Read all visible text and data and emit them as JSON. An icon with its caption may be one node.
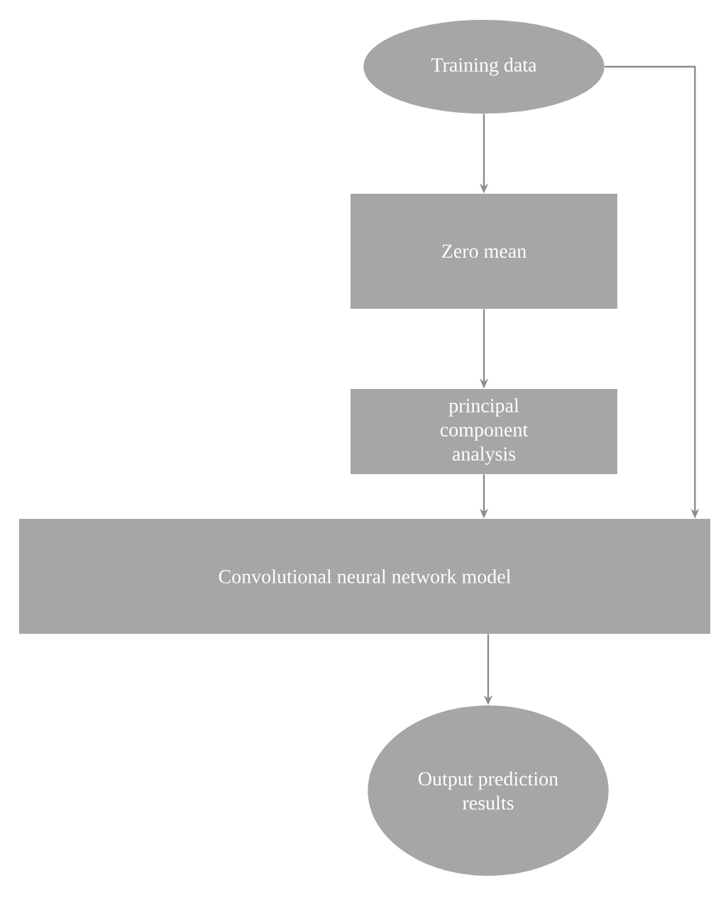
{
  "diagram": {
    "nodes": [
      {
        "text": [
          "Training data"
        ]
      },
      {
        "text": [
          "Zero mean"
        ]
      },
      {
        "text": [
          "principal component analysis"
        ]
      },
      {
        "text": [
          "Convolutional neural network model"
        ]
      },
      {
        "text": [
          "Output prediction results"
        ]
      }
    ],
    "edges": [
      {
        "from": 0,
        "to": 1,
        "arrow": "to"
      },
      {
        "from": 1,
        "to": 2,
        "arrow": "to"
      },
      {
        "from": 2,
        "to": 3,
        "arrow": "to"
      },
      {
        "from": 0,
        "to": 3,
        "arrow": "to"
      },
      {
        "from": 3,
        "to": 4,
        "arrow": "to"
      }
    ]
  }
}
